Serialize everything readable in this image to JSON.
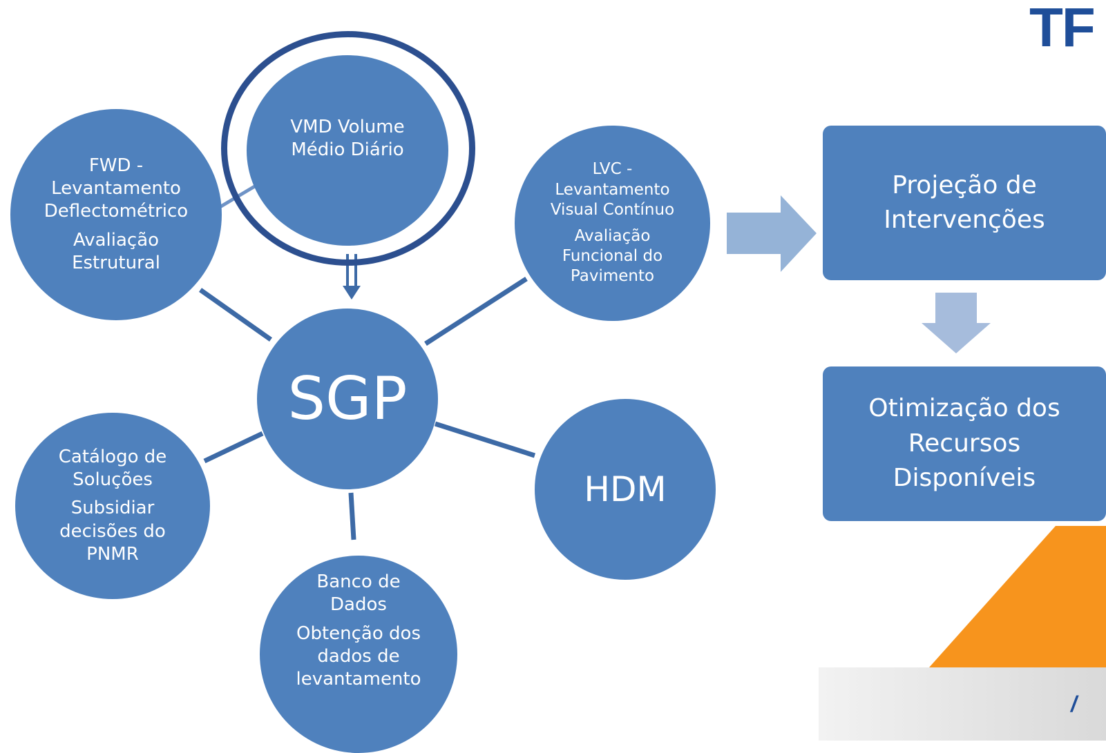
{
  "title_fragment": "TF",
  "nodes": {
    "sgp": "SGP",
    "vmd": "VMD Volume\nMédio Diário",
    "fwd": {
      "name": "FWD -\nLevantamento\nDeflectométrico",
      "desc": "Avaliação\nEstrutural"
    },
    "lvc": {
      "name": "LVC -\nLevantamento\nVisual Contínuo",
      "desc": "Avaliação\nFuncional do\nPavimento"
    },
    "catalogo": {
      "name": "Catálogo de\nSoluções",
      "desc": "Subsidiar\ndecisões do\nPNMR"
    },
    "hdm": "HDM",
    "banco": {
      "name": "Banco de\nDados",
      "desc": "Obtenção dos\ndados de\nlevantamento"
    }
  },
  "process": {
    "projecao": "Projeção de\nIntervenções",
    "otimizacao": "Otimização dos\nRecursos\nDisponíveis"
  },
  "colors": {
    "node_fill": "#4f81bd",
    "ring": "#2c4f8f",
    "connector": "#3d6aa6",
    "arrow": "#95b3d7",
    "title": "#1f4e99",
    "accent_orange": "#f7941d"
  }
}
